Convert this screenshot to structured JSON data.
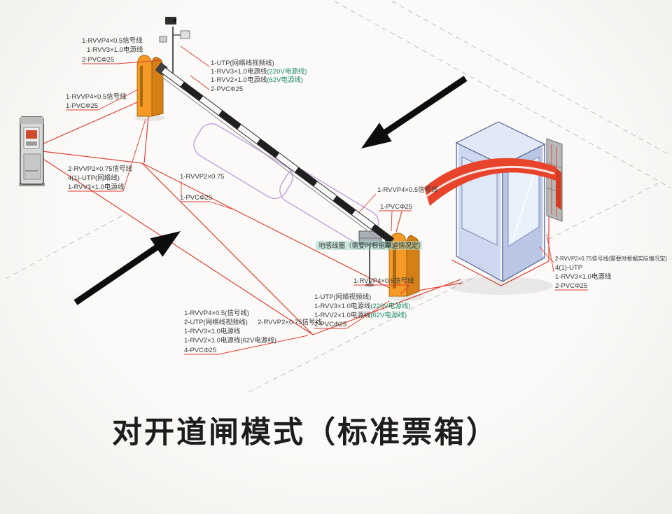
{
  "title": "对开道闸模式（标准票箱）",
  "colors": {
    "gate_orange": "#f59a26",
    "gate_orange_dark": "#d67f14",
    "cable_red": "#e23b2e",
    "loop_purple": "#c9a9e0",
    "booth_blue": "#cdd7f0",
    "ribbon_red": "#e8442b",
    "arrow_black": "#0d0d0d",
    "note_teal": "#9fd8c6"
  },
  "legend": {
    "a": {
      "l1": "1-RVVP4×0.5信号线",
      "l2": "1-RVV3×1.0电源线",
      "l3": "2-PVCΦ25"
    },
    "b": {
      "l1": "1-RVVP4×0.5信号线",
      "l2": "1-PVCΦ25"
    },
    "c": {
      "l1": "1-UTP(网络线视频线)",
      "l2": "1-RVV3×1.0电源线",
      "l2n": "(220V电源线)",
      "l3": "1-RVV2×1.0电源线",
      "l3n": "(62V电源线)",
      "l4": "2-PVCΦ25"
    },
    "d": {
      "l1": "2-RVVP2×0.75信号线",
      "l2": "4(1)-UTP(网络线)",
      "l3": "1-RVV3×1.0电源线"
    },
    "e": {
      "l1": "1-RVVP2×0.75",
      "l2": "1-PVCΦ25"
    },
    "f": {
      "l1": "1-RVVP4×0.5信号线",
      "l2": "1-PVCΦ25"
    },
    "g": {
      "note": "地感线圈（需要时根据车道情况定）"
    },
    "h": {
      "l1": "1-RVVP4×0.5信号线"
    },
    "i": {
      "l1": "1-UTP(网络视频线)",
      "l2": "1-RVV3×1.0电源线",
      "l2n": "(220V电源线)",
      "l3": "1-RVV2×1.0电源线",
      "l3n": "(62V电源线)",
      "l4": "2-PVCΦ25"
    },
    "j": {
      "l1": "1-RVVP4×0.5(信号线)",
      "l2": "2-UTP(网络线视频线)",
      "l3": "1-RVV3×1.0电源线",
      "l4": "1-RVV2×1.0电源线(62V电源线)",
      "l5": "4-PVCΦ25"
    },
    "k": {
      "l1": "2-RVVP2×0.75信号线"
    },
    "l": {
      "l1": "2-RVVP2×0.75信号线(需要时根据实际情况定)",
      "l2": "4(1)-UTP",
      "l3": "1-RVV3×1.0电源线",
      "l4": "2-PVCΦ25"
    }
  }
}
